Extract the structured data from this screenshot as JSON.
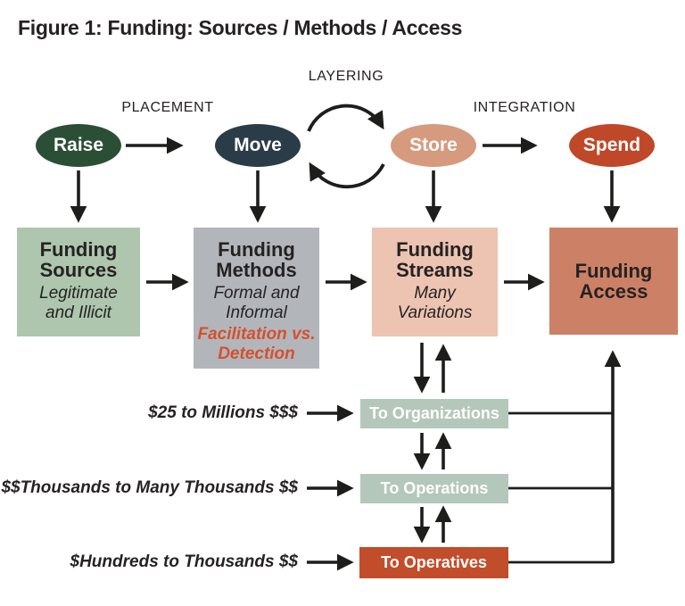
{
  "title": "Figure 1: Funding: Sources / Methods / Access",
  "stages": {
    "placement": "PLACEMENT",
    "layering": "LAYERING",
    "integration": "INTEGRATION"
  },
  "ellipses": [
    {
      "label": "Raise",
      "color": "#2b4e36"
    },
    {
      "label": "Move",
      "color": "#2a3c47"
    },
    {
      "label": "Store",
      "color": "#d69a7f"
    },
    {
      "label": "Spend",
      "color": "#bf4829"
    }
  ],
  "boxes": [
    {
      "title": "Funding\nSources",
      "subtitle": "Legitimate\nand Illicit",
      "color": "#adc6ad"
    },
    {
      "title": "Funding\nMethods",
      "subtitle": "Formal and\nInformal",
      "highlight": "Facilitation vs.\nDetection",
      "highlight_color": "#d6502e",
      "color": "#b2b6bb"
    },
    {
      "title": "Funding\nStreams",
      "subtitle": "Many\nVariations",
      "color": "#ecc4b1"
    },
    {
      "title": "Funding\nAccess",
      "color": "#cc8166"
    }
  ],
  "bars": [
    {
      "label": "To Organizations",
      "amount": "$25 to Millions $$$",
      "color": "#b4c7bb"
    },
    {
      "label": "To Operations",
      "amount": "$$Thousands to Many Thousands $$",
      "color": "#b4c7bb"
    },
    {
      "label": "To Operatives",
      "amount": "$Hundreds to Thousands $$",
      "color": "#c24d2b"
    }
  ],
  "line_color": "#1d1d1b"
}
